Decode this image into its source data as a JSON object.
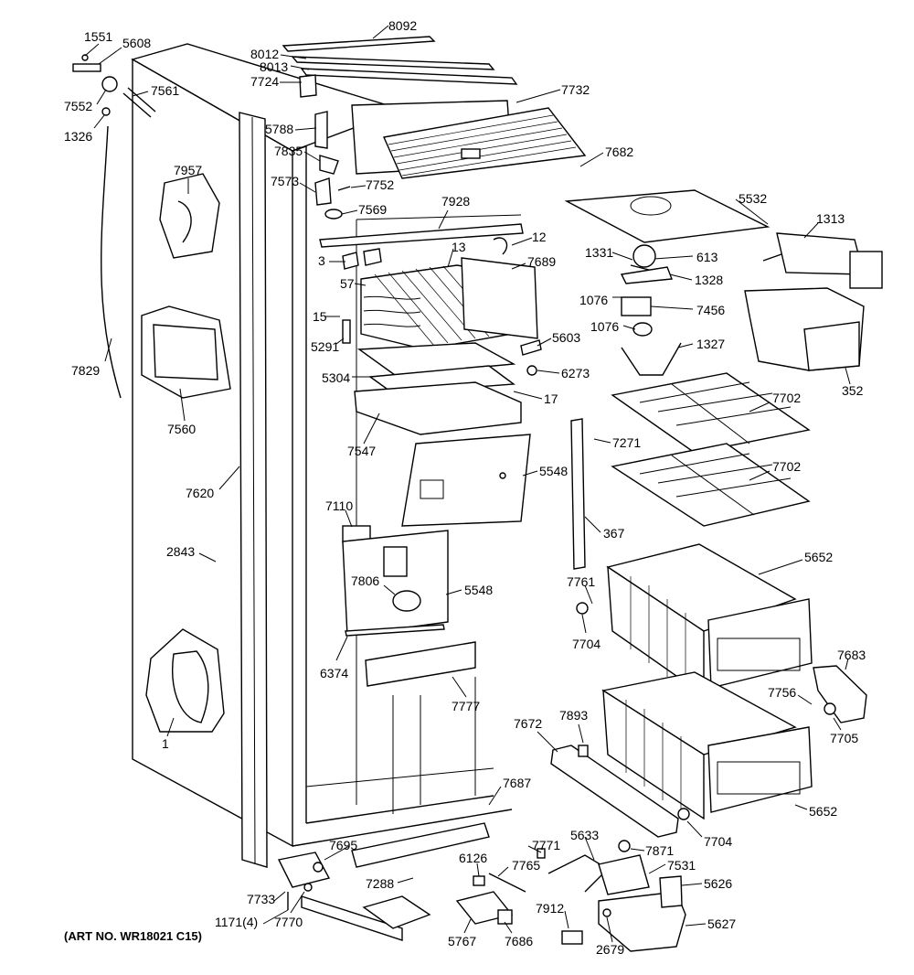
{
  "art_number": "(ART NO. WR18021 C15)",
  "callouts": [
    {
      "label": "8092"
    },
    {
      "label": "8012"
    },
    {
      "label": "8013"
    },
    {
      "label": "7724"
    },
    {
      "label": "7732"
    },
    {
      "label": "5788"
    },
    {
      "label": "7835"
    },
    {
      "label": "7573"
    },
    {
      "label": "7752"
    },
    {
      "label": "7682"
    },
    {
      "label": "1551"
    },
    {
      "label": "5608"
    },
    {
      "label": "7552"
    },
    {
      "label": "7561"
    },
    {
      "label": "1326"
    },
    {
      "label": "7957"
    },
    {
      "label": "7569"
    },
    {
      "label": "7928"
    },
    {
      "label": "5532"
    },
    {
      "label": "1313"
    },
    {
      "label": "12"
    },
    {
      "label": "13"
    },
    {
      "label": "3"
    },
    {
      "label": "7689"
    },
    {
      "label": "57"
    },
    {
      "label": "1331"
    },
    {
      "label": "613"
    },
    {
      "label": "1328"
    },
    {
      "label": "1076"
    },
    {
      "label": "7456"
    },
    {
      "label": "1076"
    },
    {
      "label": "1327"
    },
    {
      "label": "15"
    },
    {
      "label": "5291"
    },
    {
      "label": "5603"
    },
    {
      "label": "6273"
    },
    {
      "label": "5304"
    },
    {
      "label": "17"
    },
    {
      "label": "7829"
    },
    {
      "label": "7560"
    },
    {
      "label": "7547"
    },
    {
      "label": "352"
    },
    {
      "label": "7702"
    },
    {
      "label": "7271"
    },
    {
      "label": "5548"
    },
    {
      "label": "7702"
    },
    {
      "label": "7620"
    },
    {
      "label": "7110"
    },
    {
      "label": "367"
    },
    {
      "label": "2843"
    },
    {
      "label": "5652"
    },
    {
      "label": "7806"
    },
    {
      "label": "5548"
    },
    {
      "label": "7761"
    },
    {
      "label": "7704"
    },
    {
      "label": "6374"
    },
    {
      "label": "7683"
    },
    {
      "label": "7777"
    },
    {
      "label": "7756"
    },
    {
      "label": "7893"
    },
    {
      "label": "7672"
    },
    {
      "label": "7705"
    },
    {
      "label": "1"
    },
    {
      "label": "7687"
    },
    {
      "label": "5652"
    },
    {
      "label": "7704"
    },
    {
      "label": "7695"
    },
    {
      "label": "7771"
    },
    {
      "label": "5633"
    },
    {
      "label": "7871"
    },
    {
      "label": "6126"
    },
    {
      "label": "7765"
    },
    {
      "label": "7531"
    },
    {
      "label": "7733"
    },
    {
      "label": "7288"
    },
    {
      "label": "5626"
    },
    {
      "label": "1171(4)"
    },
    {
      "label": "7770"
    },
    {
      "label": "7912"
    },
    {
      "label": "5627"
    },
    {
      "label": "5767"
    },
    {
      "label": "7686"
    },
    {
      "label": "2679"
    }
  ]
}
